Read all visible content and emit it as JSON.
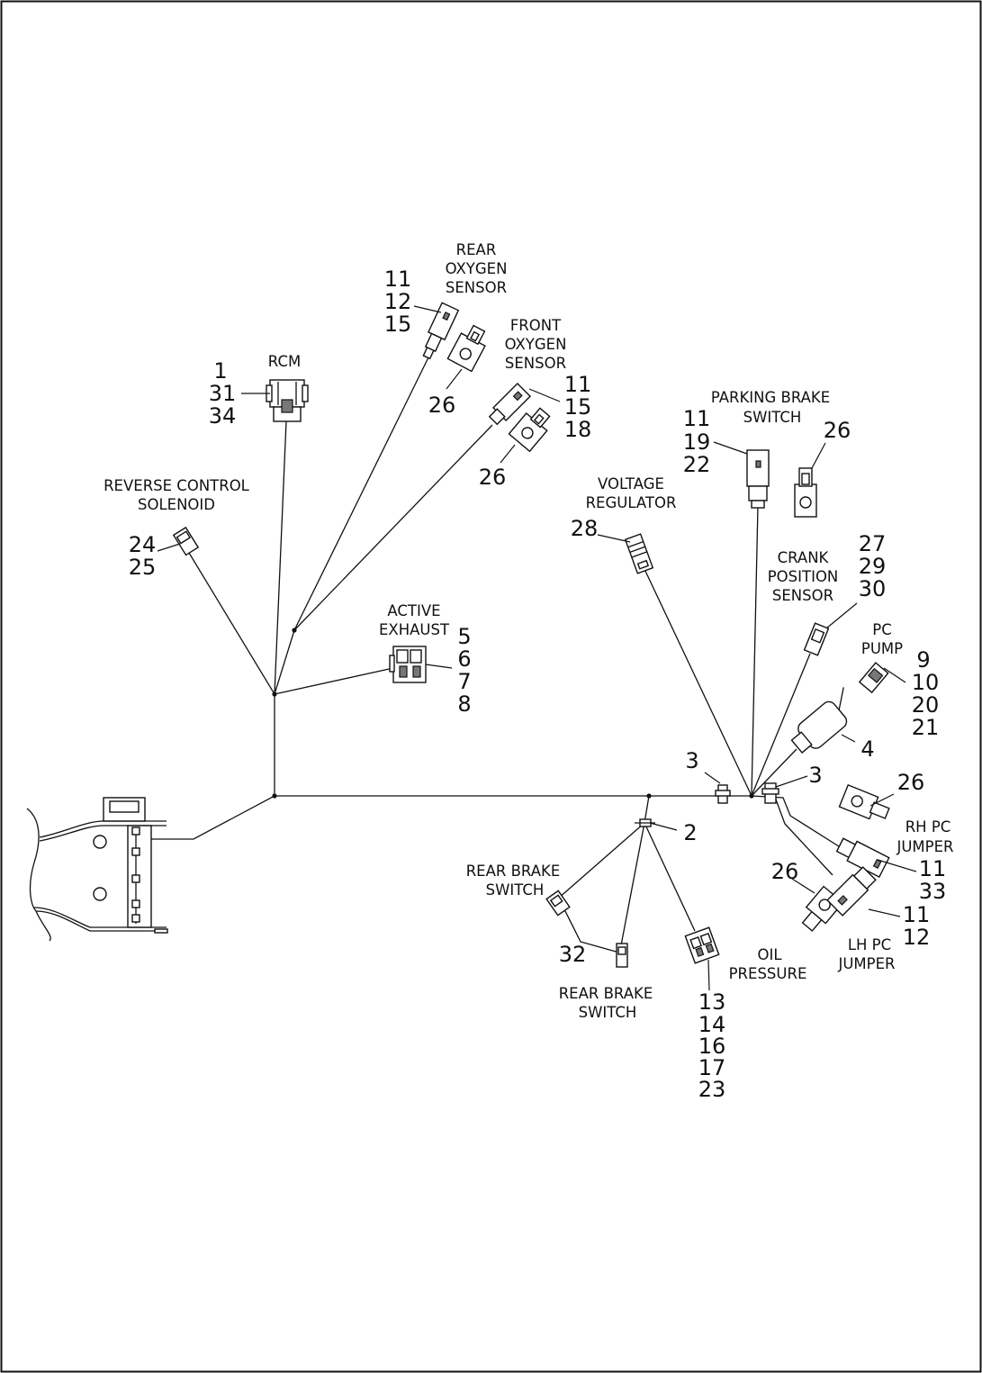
{
  "labels": {
    "rear_oxygen": [
      "REAR",
      "OXYGEN",
      "SENSOR"
    ],
    "front_oxygen": [
      "FRONT",
      "OXYGEN",
      "SENSOR"
    ],
    "rcm": [
      "RCM"
    ],
    "reverse_control": [
      "REVERSE CONTROL",
      "SOLENOID"
    ],
    "parking_brake": [
      "PARKING BRAKE",
      "SWITCH"
    ],
    "voltage_regulator": [
      "VOLTAGE",
      "REGULATOR"
    ],
    "crank_position": [
      "CRANK",
      "POSITION",
      "SENSOR"
    ],
    "active_exhaust": [
      "ACTIVE",
      "EXHAUST"
    ],
    "pc_pump": [
      "PC",
      "PUMP"
    ],
    "rh_pc_jumper": [
      "RH PC",
      "JUMPER"
    ],
    "lh_pc_jumper": [
      "LH PC",
      "JUMPER"
    ],
    "rear_brake_switch_1": [
      "REAR BRAKE",
      "SWITCH"
    ],
    "rear_brake_switch_2": [
      "REAR BRAKE",
      "SWITCH"
    ],
    "oil_pressure": [
      "OIL",
      "PRESSURE"
    ]
  },
  "callouts": {
    "rear_oxygen": [
      "11",
      "12",
      "15"
    ],
    "rear_oxygen_clip": [
      "26"
    ],
    "front_oxygen": [
      "11",
      "15",
      "18"
    ],
    "front_oxygen_clip": [
      "26"
    ],
    "rcm": [
      "1",
      "31",
      "34"
    ],
    "reverse_control": [
      "24",
      "25"
    ],
    "parking_brake": [
      "11",
      "19",
      "22"
    ],
    "parking_brake_clip": [
      "26"
    ],
    "voltage_regulator": [
      "28"
    ],
    "crank_position": [
      "27",
      "29",
      "30"
    ],
    "active_exhaust": [
      "5",
      "6",
      "7",
      "8"
    ],
    "pc_pump": [
      "9",
      "10",
      "20",
      "21"
    ],
    "pc_pump_body": [
      "4"
    ],
    "clip_left": [
      "3"
    ],
    "clip_right": [
      "3"
    ],
    "clip_rh_jumper": [
      "26"
    ],
    "rh_pc_jumper": [
      "11",
      "33"
    ],
    "clip_lh_jumper": [
      "26"
    ],
    "lh_pc_jumper": [
      "11",
      "12"
    ],
    "junction": [
      "2"
    ],
    "rear_brake_switch": [
      "32"
    ],
    "oil_pressure": [
      "13",
      "14",
      "16",
      "17",
      "23"
    ]
  }
}
